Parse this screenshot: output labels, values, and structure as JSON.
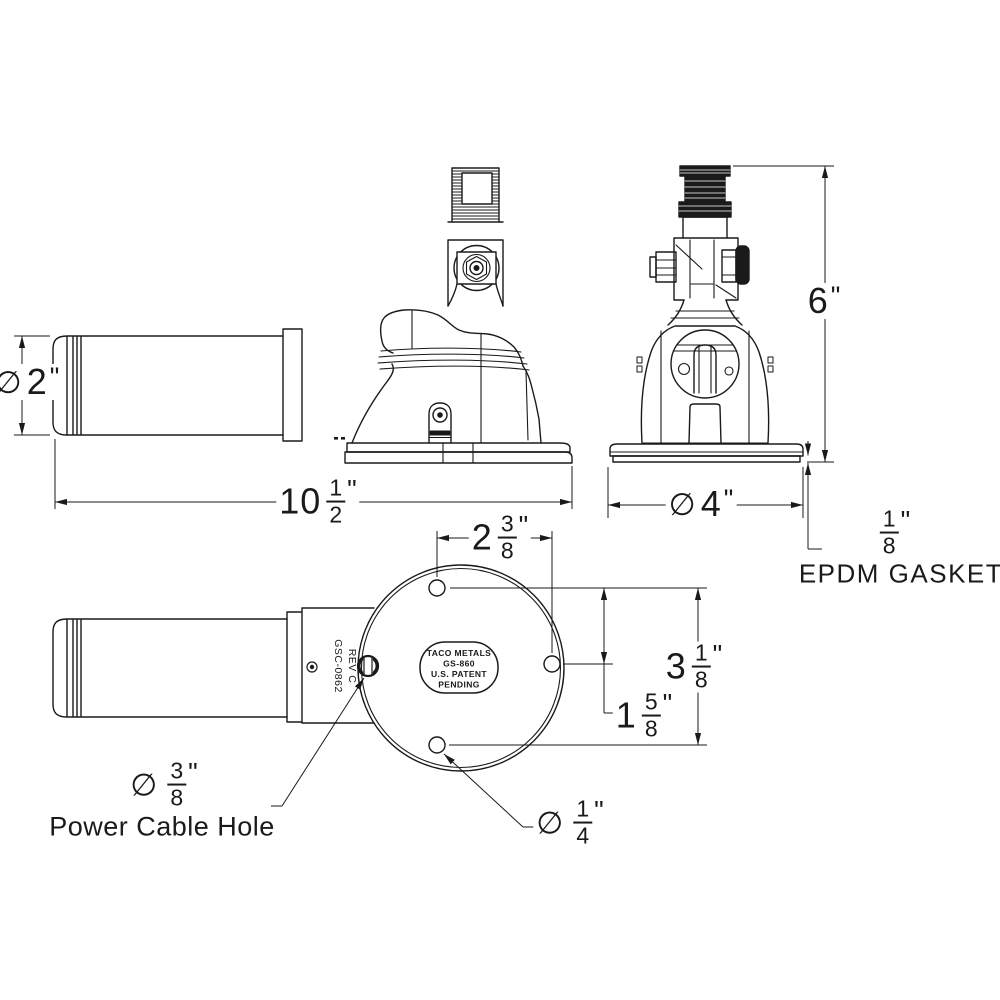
{
  "drawing": {
    "symbols": {
      "diameter": "∅"
    },
    "dimensions": {
      "tube_diameter": {
        "symbol": "∅",
        "whole": "2",
        "unit": "\""
      },
      "overall_length": {
        "whole": "10",
        "num": "1",
        "den": "2",
        "unit": "\""
      },
      "overall_height": {
        "whole": "6",
        "unit": "\""
      },
      "base_diameter": {
        "symbol": "∅",
        "whole": "4",
        "unit": "\""
      },
      "gasket_thickness": {
        "num": "1",
        "den": "8",
        "unit": "\""
      },
      "hole_spacing_horizontal": {
        "whole": "2",
        "num": "3",
        "den": "8",
        "unit": "\""
      },
      "hole_spacing_vertical_total": {
        "whole": "3",
        "num": "1",
        "den": "8",
        "unit": "\""
      },
      "hole_spacing_vertical_upper": {
        "whole": "1",
        "num": "5",
        "den": "8",
        "unit": "\""
      },
      "power_cable_hole_diameter": {
        "symbol": "∅",
        "num": "3",
        "den": "8",
        "unit": "\""
      },
      "mount_hole_diameter": {
        "symbol": "∅",
        "num": "1",
        "den": "4",
        "unit": "\""
      }
    },
    "labels": {
      "gasket": "EPDM GASKET",
      "power_cable_hole": "Power Cable Hole"
    },
    "stamp": {
      "label_lines": [
        "TACO METALS",
        "GS-860",
        "U.S. PATENT",
        "PENDING"
      ],
      "part_code": "GSC-0862",
      "revision": "REV C"
    },
    "colors": {
      "line": "#1a1a1a",
      "background": "#ffffff",
      "dark_fill": "#1a1a1a"
    }
  }
}
